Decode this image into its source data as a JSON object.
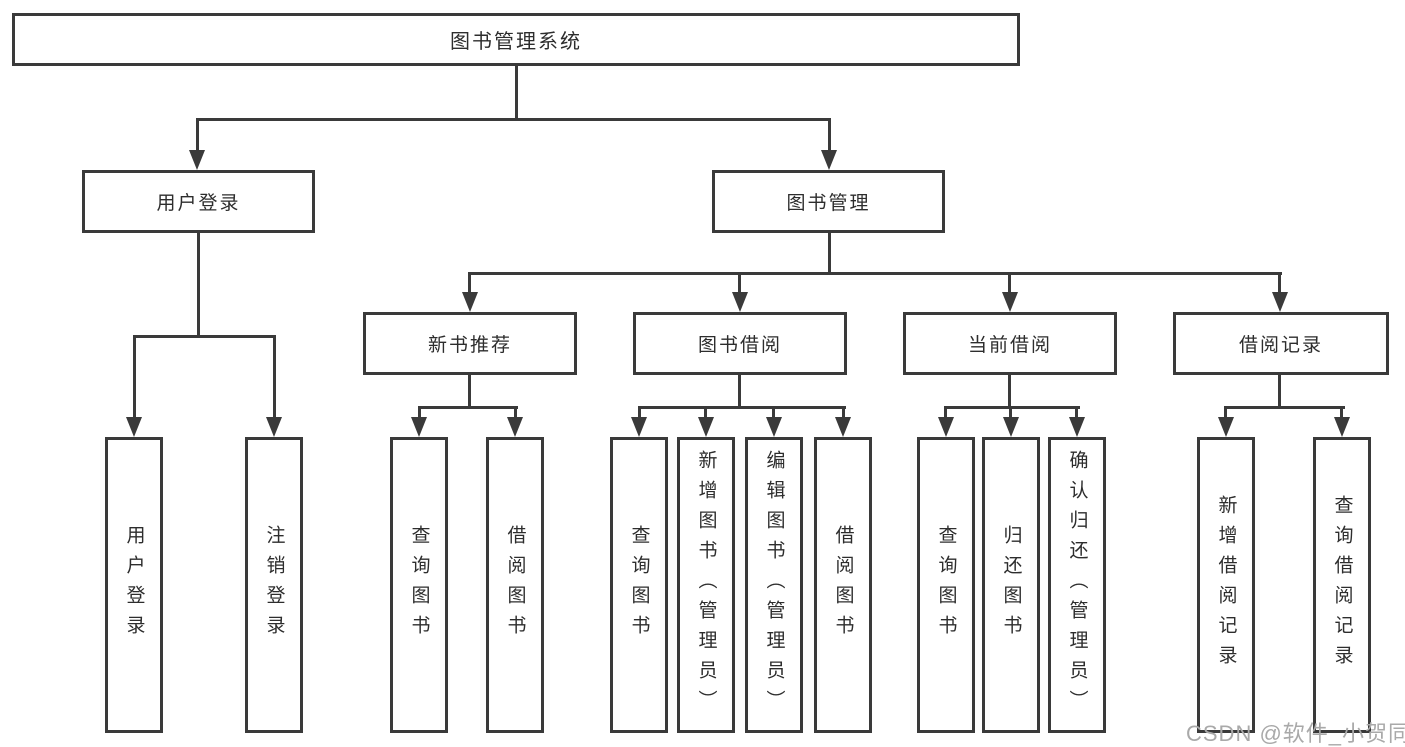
{
  "tree": {
    "label": "图书管理系统",
    "children": [
      {
        "label": "用户登录",
        "children": [
          {
            "label": "用户登录"
          },
          {
            "label": "注销登录"
          }
        ]
      },
      {
        "label": "图书管理",
        "children": [
          {
            "label": "新书推荐",
            "children": [
              {
                "label": "查询图书"
              },
              {
                "label": "借阅图书"
              }
            ]
          },
          {
            "label": "图书借阅",
            "children": [
              {
                "label": "查询图书"
              },
              {
                "label": "新增图书（管理员）"
              },
              {
                "label": "编辑图书（管理员）"
              },
              {
                "label": "借阅图书"
              }
            ]
          },
          {
            "label": "当前借阅",
            "children": [
              {
                "label": "查询图书"
              },
              {
                "label": "归还图书"
              },
              {
                "label": "确认归还（管理员）"
              }
            ]
          },
          {
            "label": "借阅记录",
            "children": [
              {
                "label": "新增借阅记录"
              },
              {
                "label": "查询借阅记录"
              }
            ]
          }
        ]
      }
    ]
  },
  "watermark": {
    "text": "CSDN @软件_小贺同学"
  },
  "colors": {
    "line": "#3a3a3a",
    "text": "#2d2d2d",
    "watermark": "#a9a9a9",
    "background": "#ffffff"
  }
}
